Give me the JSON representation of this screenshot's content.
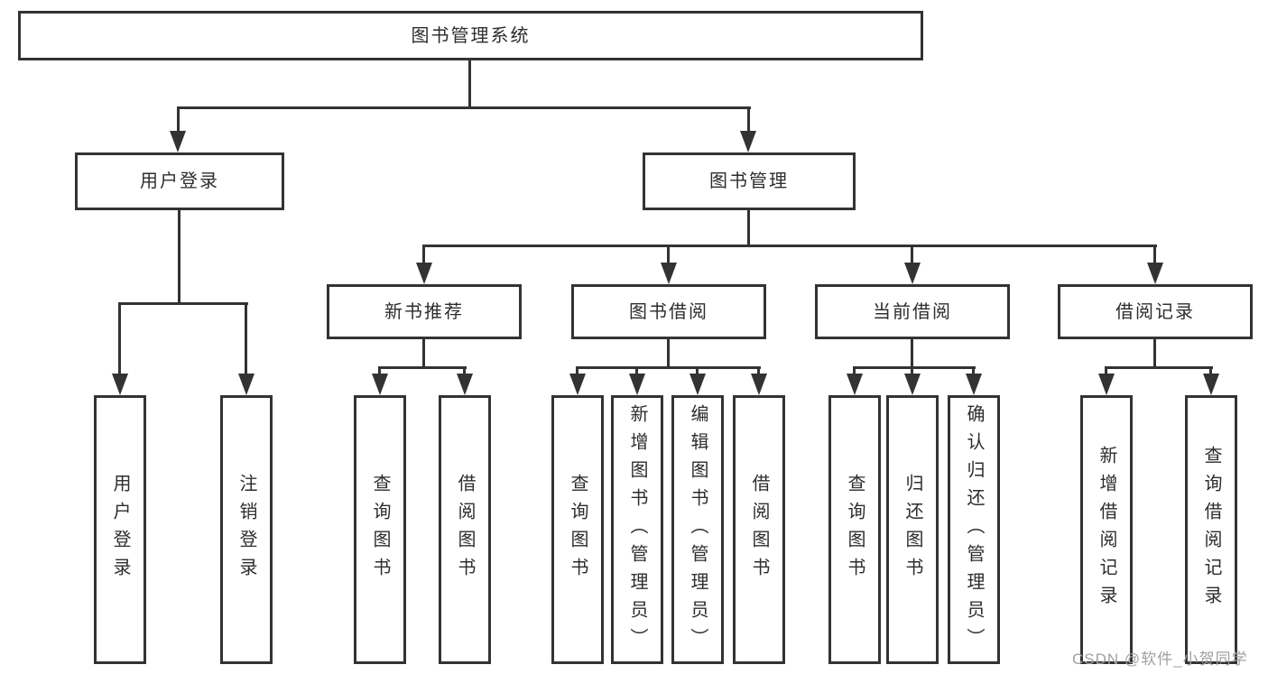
{
  "diagram": {
    "root": {
      "label": "图书管理系统"
    },
    "level2": [
      {
        "label": "用户登录"
      },
      {
        "label": "图书管理"
      }
    ],
    "level3": [
      {
        "label": "新书推荐"
      },
      {
        "label": "图书借阅"
      },
      {
        "label": "当前借阅"
      },
      {
        "label": "借阅记录"
      }
    ],
    "leaves": {
      "login": [
        "用户登录",
        "注销登录"
      ],
      "recommend": [
        "查询图书",
        "借阅图书"
      ],
      "borrow": [
        "查询图书",
        "新增图书（管理员）",
        "编辑图书（管理员）",
        "借阅图书"
      ],
      "current": [
        "查询图书",
        "归还图书",
        "确认归还（管理员）"
      ],
      "records": [
        "新增借阅记录",
        "查询借阅记录"
      ]
    },
    "colors": {
      "line": "#333333",
      "text": "#2d2d2d",
      "watermark": "#a0a0a0",
      "background": "#ffffff"
    }
  },
  "watermark": {
    "text": "CSDN @软件_小贺同学"
  }
}
